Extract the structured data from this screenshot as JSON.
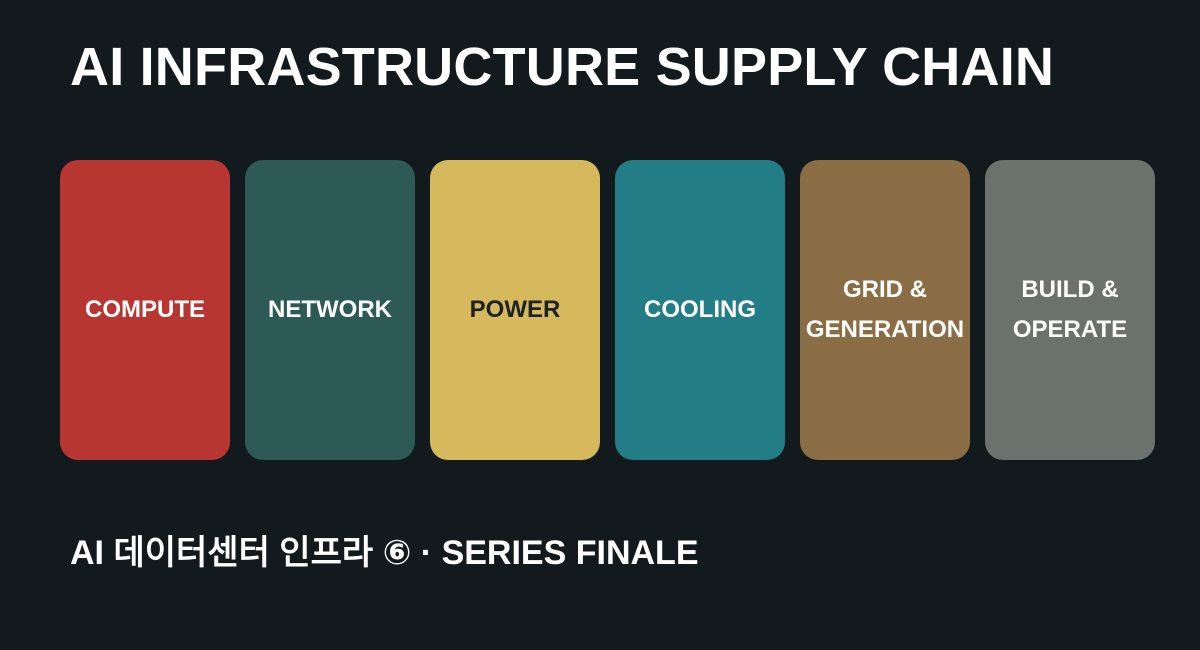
{
  "title": "AI INFRASTRUCTURE SUPPLY CHAIN",
  "cards": [
    {
      "label": "COMPUTE",
      "color": "#b83632",
      "text_color": "#ffffff"
    },
    {
      "label": "NETWORK",
      "color": "#2e5a55",
      "text_color": "#ffffff"
    },
    {
      "label": "POWER",
      "color": "#d6b85d",
      "text_color": "#1c2226"
    },
    {
      "label": "COOLING",
      "color": "#237d86",
      "text_color": "#ffffff"
    },
    {
      "label": "GRID &\nGENERATION",
      "color": "#8b6d45",
      "text_color": "#ffffff"
    },
    {
      "label": "BUILD &\nOPERATE",
      "color": "#6b726e",
      "text_color": "#ffffff"
    }
  ],
  "subtitle": "AI 데이터센터 인프라 ⑥ · SERIES FINALE",
  "colors": {
    "background": "#121a1d"
  }
}
